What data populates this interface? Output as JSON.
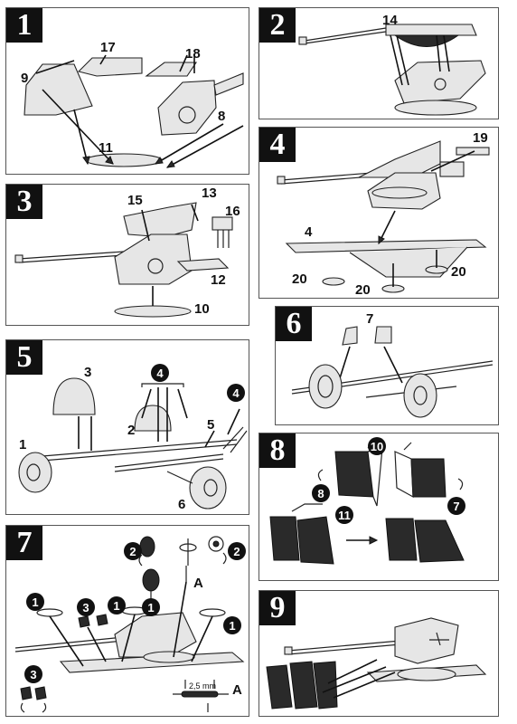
{
  "panels": [
    {
      "step": "1",
      "labels": [
        "17",
        "18",
        "9",
        "8",
        "11"
      ]
    },
    {
      "step": "2",
      "labels": [
        "14"
      ]
    },
    {
      "step": "3",
      "labels": [
        "15",
        "13",
        "16",
        "12",
        "10"
      ]
    },
    {
      "step": "4",
      "labels": [
        "19",
        "4",
        "20",
        "20",
        "20"
      ]
    },
    {
      "step": "5",
      "labels": [
        "3",
        "4",
        "2",
        "4",
        "5",
        "1",
        "6"
      ]
    },
    {
      "step": "6",
      "labels": [
        "7"
      ]
    },
    {
      "step": "7",
      "labels": [
        "2",
        "2",
        "A",
        "1",
        "3",
        "1",
        "1",
        "1",
        "3"
      ],
      "dimension": "2,5 mm",
      "dimension_ref": "A"
    },
    {
      "step": "8",
      "labels": [
        "10",
        "8",
        "11",
        "7"
      ]
    },
    {
      "step": "9",
      "labels": []
    }
  ]
}
